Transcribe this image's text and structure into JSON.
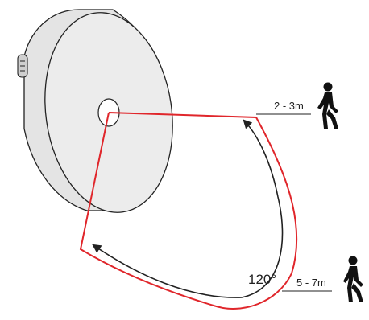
{
  "labels": {
    "near_distance": "2 - 3m",
    "far_distance": "5 - 7m",
    "angle": "120°"
  },
  "colors": {
    "detection_boundary": "#e0262b",
    "outline": "#222222",
    "sensor_fill": "#e6e6e6",
    "sensor_face": "#ececec",
    "arrow": "#222222",
    "person": "#111111"
  },
  "icons": {
    "sensor": "round-motion-sensor",
    "lens": "sensor-lens",
    "person_near": "walking-person-icon",
    "person_far": "walking-person-icon",
    "angle_arrow": "curved-double-arrow"
  }
}
